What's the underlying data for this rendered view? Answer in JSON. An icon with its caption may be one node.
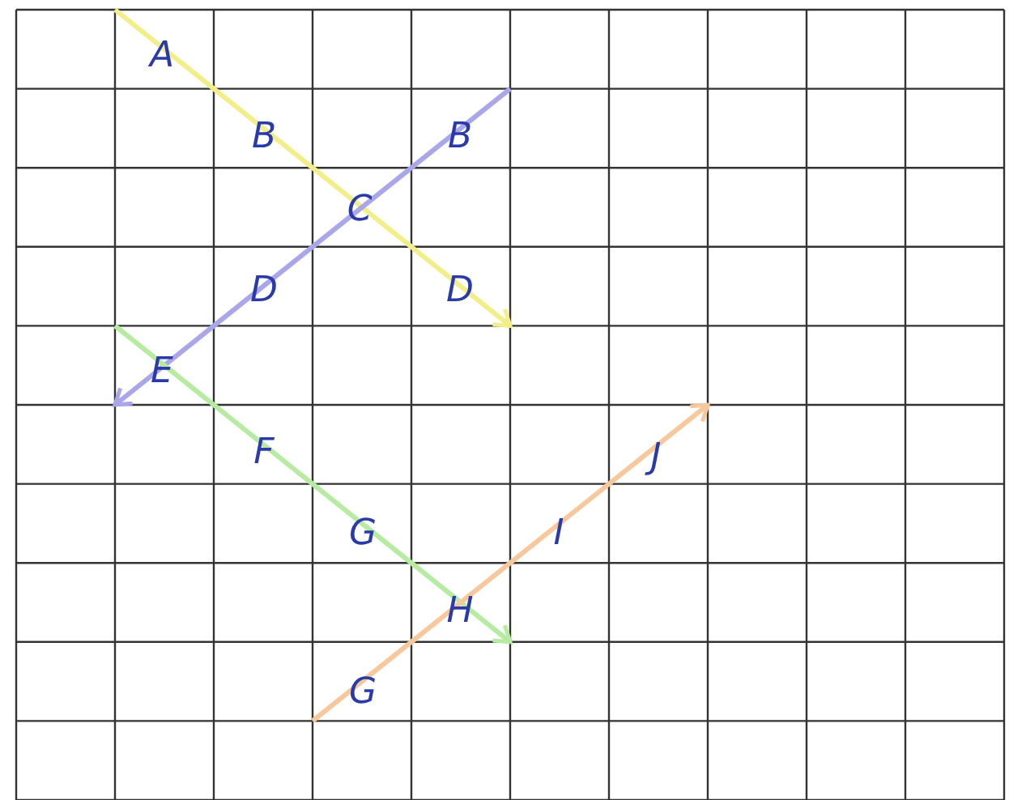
{
  "diagram": {
    "labels": [
      "A",
      "B",
      "B",
      "C",
      "D",
      "D",
      "E",
      "F",
      "J",
      "G",
      "I",
      "H",
      "G"
    ]
  }
}
